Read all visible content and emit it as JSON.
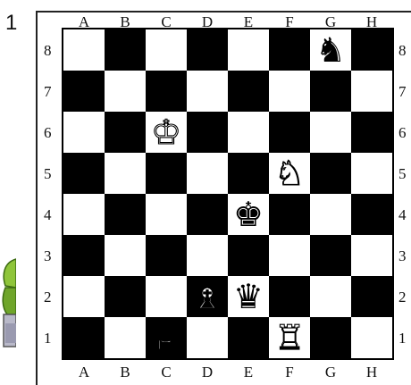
{
  "puzzle": {
    "number": "1"
  },
  "board": {
    "files": [
      "A",
      "B",
      "C",
      "D",
      "E",
      "F",
      "G",
      "H"
    ],
    "ranks": [
      "8",
      "7",
      "6",
      "5",
      "4",
      "3",
      "2",
      "1"
    ],
    "light_color": "#ffffff",
    "dark_color": "#000000",
    "pieces": [
      {
        "square": "G8",
        "type": "knight",
        "color": "black",
        "glyph": "♞"
      },
      {
        "square": "C6",
        "type": "king",
        "color": "white",
        "glyph": "♔"
      },
      {
        "square": "F5",
        "type": "knight",
        "color": "white",
        "glyph": "♘"
      },
      {
        "square": "E4",
        "type": "king",
        "color": "black",
        "glyph": "♚"
      },
      {
        "square": "D2",
        "type": "bishop",
        "color": "white",
        "glyph": "♗"
      },
      {
        "square": "E2",
        "type": "queen",
        "color": "black",
        "glyph": "♛"
      },
      {
        "square": "C1",
        "type": "queen",
        "color": "white",
        "glyph": "♕"
      },
      {
        "square": "F1",
        "type": "rook",
        "color": "white",
        "glyph": "♖"
      }
    ]
  }
}
